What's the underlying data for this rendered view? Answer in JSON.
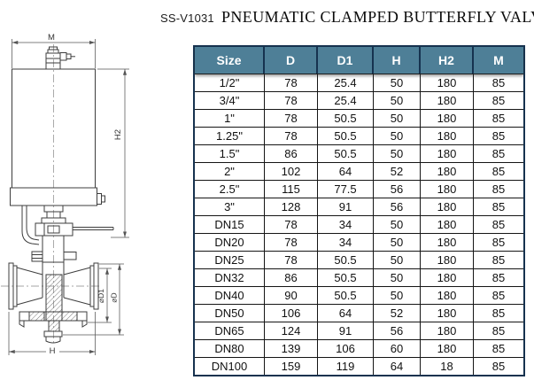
{
  "page": {
    "model_code": "SS-V1031",
    "title": "PNEUMATIC CLAMPED BUTTERFLY VALVE"
  },
  "drawing": {
    "dimension_labels": {
      "m": "M",
      "h2": "H2",
      "d1": "⌀D1",
      "d": "⌀D",
      "h": "H"
    }
  },
  "table": {
    "columns": [
      "Size",
      "D",
      "D1",
      "H",
      "H2",
      "M"
    ],
    "rows": [
      [
        "1/2\"",
        "78",
        "25.4",
        "50",
        "180",
        "85"
      ],
      [
        "3/4\"",
        "78",
        "25.4",
        "50",
        "180",
        "85"
      ],
      [
        "1\"",
        "78",
        "50.5",
        "50",
        "180",
        "85"
      ],
      [
        "1.25\"",
        "78",
        "50.5",
        "50",
        "180",
        "85"
      ],
      [
        "1.5\"",
        "86",
        "50.5",
        "50",
        "180",
        "85"
      ],
      [
        "2\"",
        "102",
        "64",
        "52",
        "180",
        "85"
      ],
      [
        "2.5\"",
        "115",
        "77.5",
        "56",
        "180",
        "85"
      ],
      [
        "3\"",
        "128",
        "91",
        "56",
        "180",
        "85"
      ],
      [
        "DN15",
        "78",
        "34",
        "50",
        "180",
        "85"
      ],
      [
        "DN20",
        "78",
        "34",
        "50",
        "180",
        "85"
      ],
      [
        "DN25",
        "78",
        "50.5",
        "50",
        "180",
        "85"
      ],
      [
        "DN32",
        "86",
        "50.5",
        "50",
        "180",
        "85"
      ],
      [
        "DN40",
        "90",
        "50.5",
        "50",
        "180",
        "85"
      ],
      [
        "DN50",
        "106",
        "64",
        "52",
        "180",
        "85"
      ],
      [
        "DN65",
        "124",
        "91",
        "56",
        "180",
        "85"
      ],
      [
        "DN80",
        "139",
        "106",
        "60",
        "180",
        "85"
      ],
      [
        "DN100",
        "159",
        "119",
        "64",
        "18",
        "85"
      ]
    ],
    "colors": {
      "header_bg": "#4e7f97",
      "header_text": "#ffffff",
      "header_border": "#16324f",
      "body_border": "#151515"
    }
  }
}
